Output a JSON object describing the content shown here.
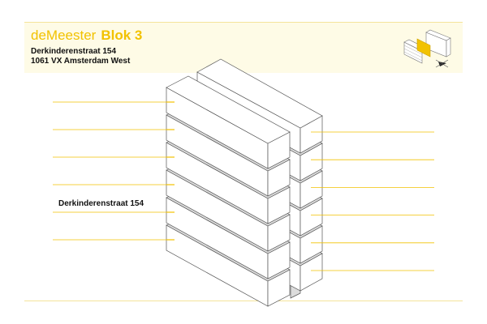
{
  "header": {
    "brand": "deMeester",
    "block": "Blok 3",
    "address_line1": "Derkinderenstraat 154",
    "address_line2": "1061 VX Amsterdam West"
  },
  "diagram": {
    "highlight_label": "Derkinderenstraat 154",
    "left_floors": 6,
    "right_floors": 6,
    "accent_color": "#f2c200",
    "face_grey": "#dcdcdc",
    "thumbnail_icon": "building-location-thumbnail",
    "compass_icon": "compass-icon"
  }
}
